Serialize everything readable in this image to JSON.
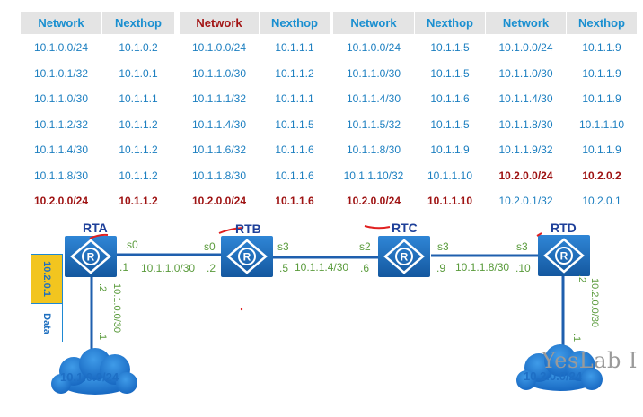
{
  "tables": [
    {
      "network_header": "Network",
      "nexthop_header": "Nexthop",
      "highlight_header": false,
      "rows": [
        [
          "10.1.0.0/24",
          "10.1.0.2",
          false
        ],
        [
          "10.1.0.1/32",
          "10.1.0.1",
          false
        ],
        [
          "10.1.1.0/30",
          "10.1.1.1",
          false
        ],
        [
          "10.1.1.2/32",
          "10.1.1.2",
          false
        ],
        [
          "10.1.1.4/30",
          "10.1.1.2",
          false
        ],
        [
          "10.1.1.8/30",
          "10.1.1.2",
          false
        ],
        [
          "10.2.0.0/24",
          "10.1.1.2",
          true
        ]
      ]
    },
    {
      "network_header": "Network",
      "nexthop_header": "Nexthop",
      "highlight_header": true,
      "rows": [
        [
          "10.1.0.0/24",
          "10.1.1.1",
          false
        ],
        [
          "10.1.1.0/30",
          "10.1.1.2",
          false
        ],
        [
          "10.1.1.1/32",
          "10.1.1.1",
          false
        ],
        [
          "10.1.1.4/30",
          "10.1.1.5",
          false
        ],
        [
          "10.1.1.6/32",
          "10.1.1.6",
          false
        ],
        [
          "10.1.1.8/30",
          "10.1.1.6",
          false
        ],
        [
          "10.2.0.0/24",
          "10.1.1.6",
          true
        ]
      ]
    },
    {
      "network_header": "Network",
      "nexthop_header": "Nexthop",
      "highlight_header": false,
      "rows": [
        [
          "10.1.0.0/24",
          "10.1.1.5",
          false
        ],
        [
          "10.1.1.0/30",
          "10.1.1.5",
          false
        ],
        [
          "10.1.1.4/30",
          "10.1.1.6",
          false
        ],
        [
          "10.1.1.5/32",
          "10.1.1.5",
          false
        ],
        [
          "10.1.1.8/30",
          "10.1.1.9",
          false
        ],
        [
          "10.1.1.10/32",
          "10.1.1.10",
          false
        ],
        [
          "10.2.0.0/24",
          "10.1.1.10",
          true
        ]
      ]
    },
    {
      "network_header": "Network",
      "nexthop_header": "Nexthop",
      "highlight_header": false,
      "rows": [
        [
          "10.1.0.0/24",
          "10.1.1.9",
          false
        ],
        [
          "10.1.1.0/30",
          "10.1.1.9",
          false
        ],
        [
          "10.1.1.4/30",
          "10.1.1.9",
          false
        ],
        [
          "10.1.1.8/30",
          "10.1.1.10",
          false
        ],
        [
          "10.1.1.9/32",
          "10.1.1.9",
          false
        ],
        [
          "10.2.0.0/24",
          "10.2.0.2",
          true
        ],
        [
          "10.2.0.1/32",
          "10.2.0.1",
          false
        ]
      ]
    }
  ],
  "routers": [
    {
      "name": "RTA",
      "icon": "router-icon"
    },
    {
      "name": "RTB",
      "icon": "router-icon"
    },
    {
      "name": "RTC",
      "icon": "router-icon"
    },
    {
      "name": "RTD",
      "icon": "router-icon"
    }
  ],
  "links": {
    "ab": {
      "left_port": "s0",
      "right_port": "s0",
      "left_ip": ".1",
      "right_ip": ".2",
      "subnet": "10.1.1.0/30"
    },
    "bc": {
      "left_port": "s3",
      "right_port": "s2",
      "left_ip": ".5",
      "right_ip": ".6",
      "subnet": "10.1.1.4/30"
    },
    "cd": {
      "left_port": "s3",
      "right_port": "s3",
      "left_ip": ".9",
      "right_ip": ".10",
      "subnet": "10.1.1.8/30"
    },
    "a_lan": {
      "router_ip": ".2",
      "subnet": "10.1.0.0/30",
      "host_ip": ".1"
    },
    "d_lan": {
      "router_ip": ".2",
      "subnet": "10.2.0.0/30",
      "host_ip": ".1"
    }
  },
  "packet": {
    "destination": "10.2.0.1",
    "payload": "Data"
  },
  "clouds": {
    "left": "10.1.0.0/24",
    "right": "10.2.0.0/24"
  },
  "watermark": "YesLab I",
  "colors": {
    "header_bg": "#e4e4e4",
    "header_text": "#1a8fd0",
    "header_highlight": "#a31515",
    "cell_text": "#1c7fc0",
    "cell_highlight": "#9e1212",
    "router_fill": "#1f73c4",
    "link_text": "#5a9b3c",
    "packet_dest_bg": "#f2c51f",
    "cloud_fill": "#1f78d0"
  }
}
